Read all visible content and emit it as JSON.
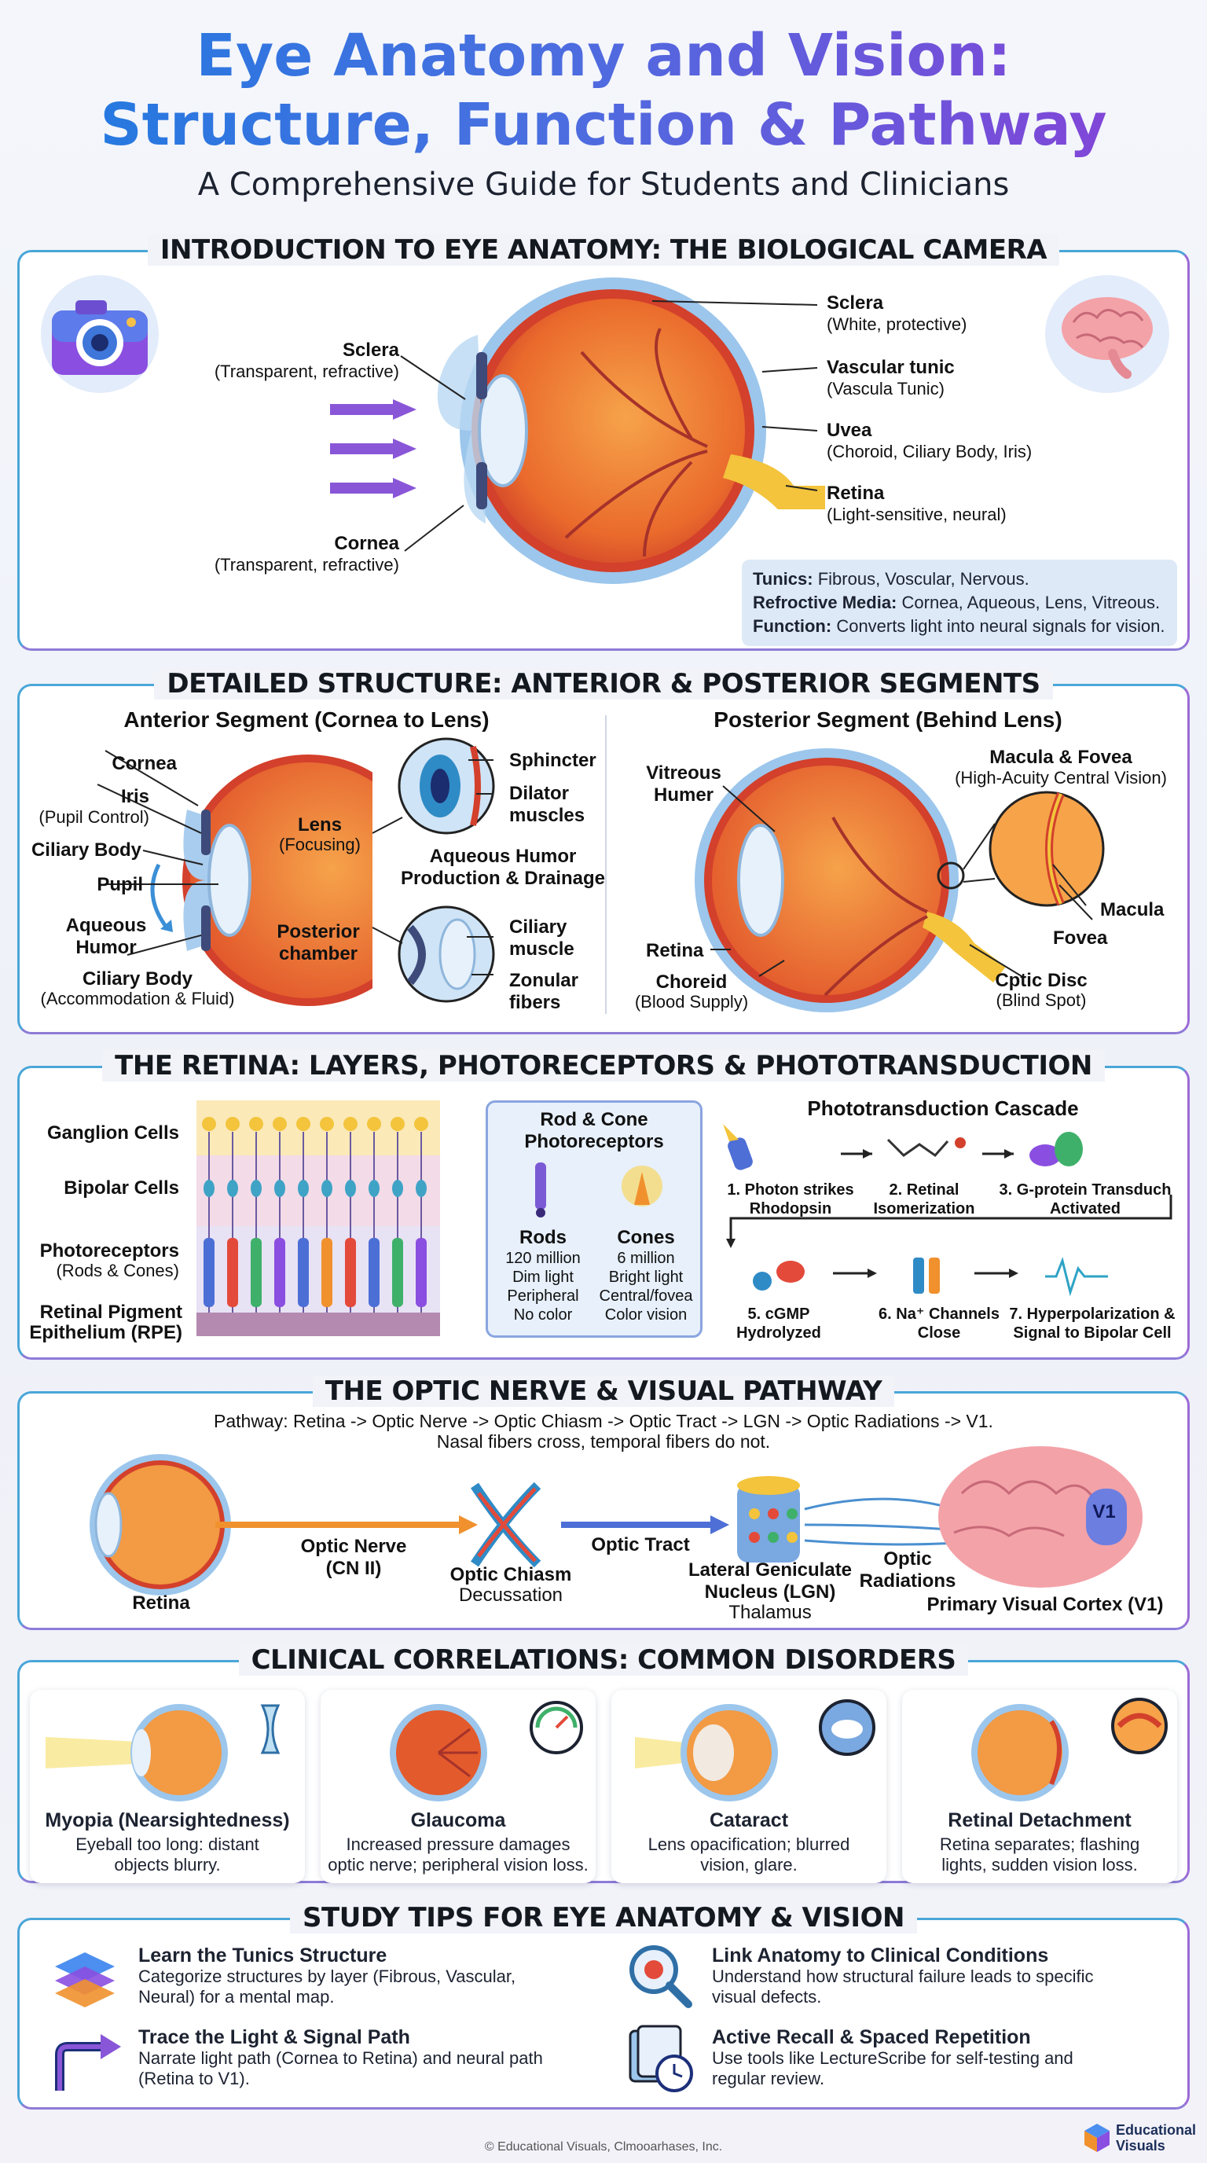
{
  "header": {
    "title_line1": "Eye Anatomy and Vision:",
    "title_line2": "Structure, Function & Pathway",
    "subtitle": "A Comprehensive Guide for Students and Clinicians"
  },
  "intro": {
    "heading": "INTRODUCTION TO EYE ANATOMY: THE BIOLOGICAL CAMERA",
    "left_labels": [
      {
        "name": "Sclera",
        "desc": "(Transparent, refractive)"
      },
      {
        "name": "Cornea",
        "desc": "(Transparent, refractive)"
      }
    ],
    "right_labels": [
      {
        "name": "Sclera",
        "desc": "(White, protective)"
      },
      {
        "name": "Vascular tunic",
        "desc": "(Vascula Tunic)"
      },
      {
        "name": "Uvea",
        "desc": "(Choroid, Ciliary Body, Iris)"
      },
      {
        "name": "Retina",
        "desc": "(Light-sensitive, neural)"
      }
    ],
    "summary": [
      {
        "key": "Tunics:",
        "value": " Fibrous, Voscular, Nervous."
      },
      {
        "key": "Refroctive Media:",
        "value": " Cornea, Aqueous, Lens, Vitreous."
      },
      {
        "key": "Function:",
        "value": " Converts light into neural signals for vision."
      }
    ]
  },
  "structure": {
    "heading": "DETAILED STRUCTURE: ANTERIOR & POSTERIOR SEGMENTS",
    "anterior_title": "Anterior Segment (Cornea to Lens)",
    "posterior_title": "Posterior Segment (Behind Lens)",
    "anterior_labels": {
      "cornea": "Cornea",
      "iris": "Iris",
      "iris_desc": "(Pupil Control)",
      "ciliary_body": "Ciliary Body",
      "pupil": "Pupil",
      "aqueous_humor": "Aqueous\nHumor",
      "ciliary_body2": "Ciliary Body",
      "ciliary_body2_desc": "(Accommodation & Fluid)",
      "lens": "Lens",
      "lens_desc": "(Focusing)",
      "posterior_chamber": "Posterior\nchamber",
      "sphincter": "Sphincter",
      "dilator": "Dilator\nmuscles",
      "aqueous_production": "Aqueous Humor\nProduction & Drainage",
      "ciliary_muscle": "Ciliary\nmuscle",
      "zonular": "Zonular\nfibers"
    },
    "posterior_labels": {
      "vitreous": "Vitreous\nHumer",
      "macula_fovea": "Macula & Fovea",
      "macula_fovea_desc": "(High-Acuity Central Vision)",
      "macula": "Macula",
      "fovea": "Fovea",
      "retina": "Retina",
      "choroid": "Choreid",
      "choroid_desc": "(Blood Supply)",
      "optic_disc": "Cptic Disc",
      "optic_disc_desc": "(Blind Spot)"
    }
  },
  "retina": {
    "heading": "THE RETINA: LAYERS, PHOTORECEPTORS & PHOTOTRANSDUCTION",
    "layers": {
      "ganglion": "Ganglion Cells",
      "bipolar": "Bipolar Cells",
      "photoreceptors": "Photoreceptors",
      "photoreceptors_desc": "(Rods & Cones)",
      "rpe1": "Retinal Pigment",
      "rpe2": "Epithelium (RPE)"
    },
    "rod_cone_title": "Rod & Cone\nPhotoreceptors",
    "rods": {
      "name": "Rods",
      "details": [
        "120 million",
        "Dim light",
        "Peripheral",
        "No color"
      ]
    },
    "cones": {
      "name": "Cones",
      "details": [
        "6 million",
        "Bright light",
        "Central/fovea",
        "Color vision"
      ]
    },
    "cascade_title": "Phototransduction Cascade",
    "steps": [
      "1. Photon strikes\nRhodopsin",
      "2. Retinal\nIsomerization",
      "3. G-protein Transduch\nActivated",
      "5. cGMP\nHydrolyzed",
      "6. Na⁺ Channels\nClose",
      "7. Hyperpolarization &\nSignal to Bipolar Cell"
    ]
  },
  "pathway": {
    "heading": "THE OPTIC NERVE & VISUAL PATHWAY",
    "line1": "Pathway: Retina -> Optic Nerve -> Optic Chiasm -> Optic Tract -> LGN -> Optic Radiations -> V1.",
    "line2": "Nasal fibers cross, temporal fibers do not.",
    "retina": "Retina",
    "optic_nerve": "Optic Nerve\n(CN II)",
    "optic_chiasm": "Optic Chiasm",
    "decussation": "Decussation",
    "optic_tract": "Optic Tract",
    "lgn": "Lateral Geniculate\nNucleus (LGN)",
    "thalamus": "Thalamus",
    "optic_radiations": "Optic\nRadiations",
    "v1": "Primary Visual Cortex (V1)",
    "v1_tag": "V1"
  },
  "clinical": {
    "heading": "CLINICAL CORRELATIONS: COMMON DISORDERS",
    "cards": [
      {
        "title": "Myopia (Nearsightedness)",
        "desc": "Eyeball too long: distant\nobjects blurry."
      },
      {
        "title": "Glaucoma",
        "desc": "Increased pressure damages\noptic nerve; peripheral vision loss."
      },
      {
        "title": "Cataract",
        "desc": "Lens opacification; blurred\nvision, glare."
      },
      {
        "title": "Retinal Detachment",
        "desc": "Retina separates; flashing\nlights, sudden vision loss."
      }
    ]
  },
  "tips": {
    "heading": "STUDY TIPS FOR EYE ANATOMY & VISION",
    "items": [
      {
        "title": "Learn the Tunics Structure",
        "desc": "Categorize structures by layer (Fibrous, Vascular,\nNeural) for a mental map."
      },
      {
        "title": "Link Anatomy to Clinical Conditions",
        "desc": "Understand how structural failure leads to specific\nvisual defects."
      },
      {
        "title": "Trace the Light & Signal Path",
        "desc": "Narrate light path (Cornea to Retina) and neural path\n(Retina to V1)."
      },
      {
        "title": "Active Recall & Spaced Repetition",
        "desc": "Use tools like LectureScribe for self-testing and\nregular review."
      }
    ]
  },
  "footer": {
    "copyright": "© Educational Visuals, Clmooarhases, Inc.",
    "brand": "Educational\nVisuals"
  }
}
